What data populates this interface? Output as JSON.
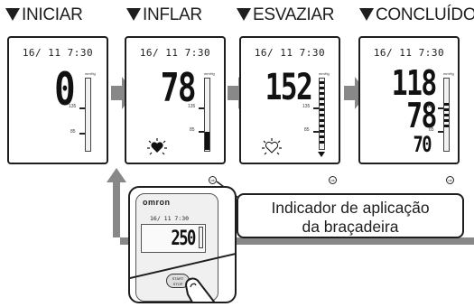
{
  "steps": [
    {
      "title": "INICIAR"
    },
    {
      "title": "INFLAR"
    },
    {
      "title": "ESVAZIAR"
    },
    {
      "title": "CONCLUÍDO"
    }
  ],
  "date_time": "16/ 11  7:30",
  "panels": {
    "iniciar": {
      "reading": "0"
    },
    "inflar": {
      "reading": "78"
    },
    "esvaziar": {
      "reading": "152"
    },
    "concluido": {
      "systolic": "118",
      "diastolic": "78",
      "pulse": "70"
    }
  },
  "scale": {
    "unit": "mmHg",
    "tick_high": "135",
    "tick_low": "85"
  },
  "ok_icon": "ok-symbol-icon",
  "callout": {
    "line1": "Indicador de aplicação",
    "line2": "da braçadeira"
  },
  "device": {
    "brand": "omron",
    "date_time": "16/ 11  7:30",
    "reading": "250",
    "button_line1": "START",
    "button_line2": "STOP"
  },
  "colors": {
    "arrow": "#888888",
    "ink": "#1e1e1e",
    "bar_fill": "#cfcfcf"
  }
}
